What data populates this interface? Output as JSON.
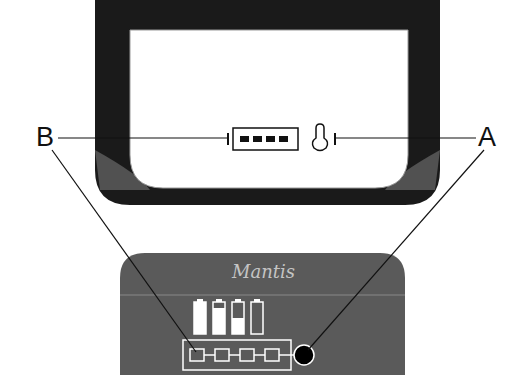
{
  "diagram": {
    "nodes": [
      {
        "text": [
          "Mantis"
        ]
      }
    ],
    "labels": [
      "B",
      "A"
    ]
  }
}
